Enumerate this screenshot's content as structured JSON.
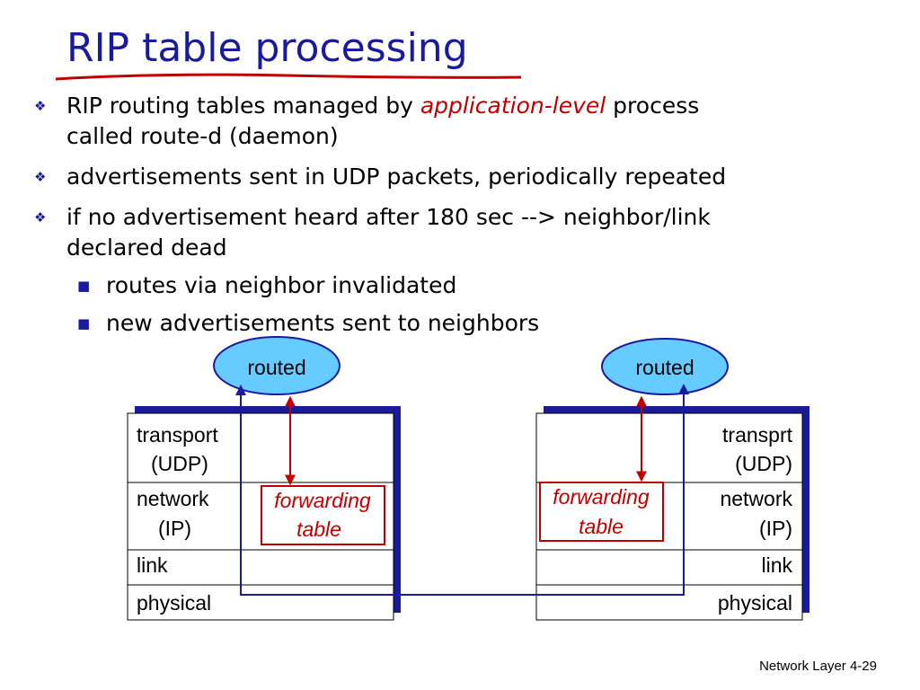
{
  "slide": {
    "title": "RIP table processing",
    "bullets": [
      {
        "level": 1,
        "parts": [
          {
            "text": "RIP routing tables managed by "
          },
          {
            "text": "application-level",
            "highlight": true
          },
          {
            "text": " process called route-d (daemon)"
          }
        ]
      },
      {
        "level": 1,
        "parts": [
          {
            "text": "advertisements sent in UDP packets, periodically repeated"
          }
        ]
      },
      {
        "level": 1,
        "parts": [
          {
            "text": "if no advertisement heard after 180 sec --> neighbor/link declared dead"
          }
        ]
      },
      {
        "level": 2,
        "parts": [
          {
            "text": "routes via neighbor invalidated"
          }
        ]
      },
      {
        "level": 2,
        "parts": [
          {
            "text": "new advertisements sent to neighbors"
          }
        ]
      }
    ],
    "footer": {
      "label": "Network Layer",
      "page": "4-29"
    }
  },
  "diagram": {
    "left_host": {
      "daemon": "routed",
      "layers": [
        {
          "name": "transport (UDP)",
          "lines": [
            "transport",
            "(UDP)"
          ]
        },
        {
          "name": "network (IP)",
          "lines": [
            "network",
            "(IP)"
          ]
        },
        {
          "name": "link",
          "lines": [
            "link"
          ]
        },
        {
          "name": "physical",
          "lines": [
            "physical"
          ]
        }
      ],
      "table": [
        "forwarding",
        "table"
      ]
    },
    "right_host": {
      "daemon": "routed",
      "layers": [
        {
          "name": "transprt (UDP)",
          "lines": [
            "transprt",
            "(UDP)"
          ]
        },
        {
          "name": "network (IP)",
          "lines": [
            "network",
            "(IP)"
          ]
        },
        {
          "name": "link",
          "lines": [
            "link"
          ]
        },
        {
          "name": "physical",
          "lines": [
            "physical"
          ]
        }
      ],
      "table": [
        "forwarding",
        "table"
      ]
    },
    "colors": {
      "title": "#1a1a9c",
      "highlight": "#c00000",
      "stack_shadow": "#1a1a9c",
      "daemon_fill": "#66ccff",
      "daemon_stroke": "#1a1a9c",
      "path_line": "#1a1a9c",
      "table_border": "#c00000",
      "update_arrow": "#c00000"
    }
  }
}
